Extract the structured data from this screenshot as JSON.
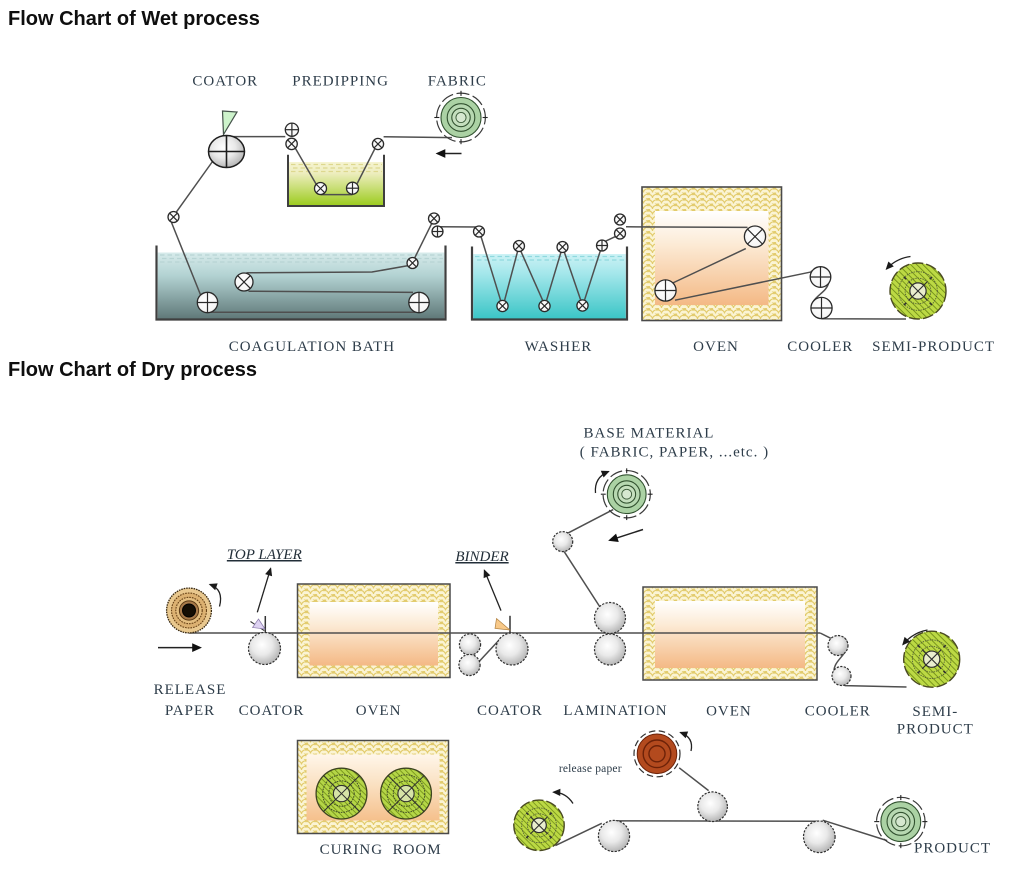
{
  "titles": {
    "wet": "Flow Chart of Wet process",
    "dry": "Flow Chart of Dry process"
  },
  "wet": {
    "coator": "COATOR",
    "predipping": "PREDIPPING",
    "fabric": "FABRIC",
    "coagulation_bath": "COAGULATION BATH",
    "washer": "WASHER",
    "oven": "OVEN",
    "cooler": "COOLER",
    "semi_product": "SEMI-PRODUCT"
  },
  "dry": {
    "top_layer": "TOP LAYER",
    "binder": "BINDER",
    "base_material": "BASE MATERIAL",
    "base_material_sub": "( FABRIC, PAPER, ...etc. )",
    "release_line1": "RELEASE",
    "release_line2": "PAPER",
    "coator1": "COATOR",
    "oven1": "OVEN",
    "coator2": "COATOR",
    "lamination": "LAMINATION",
    "oven2": "OVEN",
    "cooler": "COOLER",
    "semi_line1": "SEMI-",
    "semi_line2": "PRODUCT",
    "curing_room": "CURING  ROOM",
    "release_paper_small": "release paper",
    "product": "PRODUCT"
  },
  "palette": {
    "background": "#ffffff",
    "title_text": "#0e0e0e",
    "label_text": "#2e3d4a",
    "web_line": "#4f4f4f",
    "oven_hatch": "#e2cb6c",
    "oven_hatch_bg": "#fbf4d4",
    "oven_interior_bottom": "#f5bd8a",
    "predip_liquid_bottom": "#9ccc1f",
    "coag_liquid_bottom": "#5f7878",
    "washer_liquid_bottom": "#3ac5c6",
    "fabric_roll_green": "#abd2a4",
    "semi_roll_green": "#bcd944",
    "release_roll_tan": "#d9b37e",
    "release_roll_brick": "#b34a1e",
    "knife_green": "#cdf3cb",
    "knife_lavender": "#ded2f2",
    "knife_orange": "#f8c989"
  }
}
